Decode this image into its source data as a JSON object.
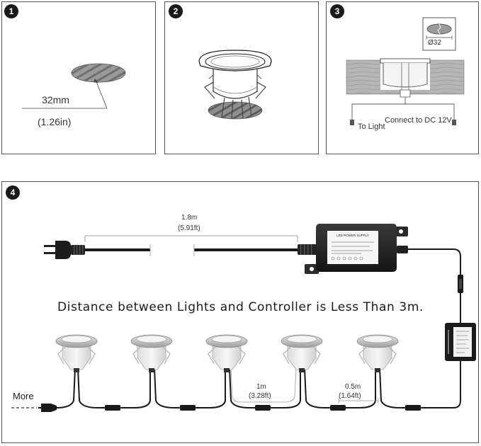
{
  "steps": [
    "1",
    "2",
    "3",
    "4"
  ],
  "step1": {
    "size_mm": "32mm",
    "size_in": "(1.26in)"
  },
  "step3": {
    "diameter": "Ø32",
    "to_light": "To Light",
    "connect": "Connect to DC 12V"
  },
  "step4": {
    "cable_m": "1.8m",
    "cable_ft": "(5.91ft)",
    "heading": "Distance between Lights and Controller is Less Than 3m.",
    "gap1_m": "1m",
    "gap1_ft": "(3.28ft)",
    "gap2_m": "0.5m",
    "gap2_ft": "(1.64ft)",
    "more": "More",
    "power_supply_title": "LED POWER SUPPLY"
  },
  "colors": {
    "badge": "#1a1a1a",
    "cable": "#1a1a1a",
    "light_body": "#ececec",
    "light_rim": "#b9b9b9"
  },
  "icons": [
    "plug-icon",
    "power-supply-icon",
    "controller-icon",
    "led-light-icon",
    "connector-icon"
  ]
}
